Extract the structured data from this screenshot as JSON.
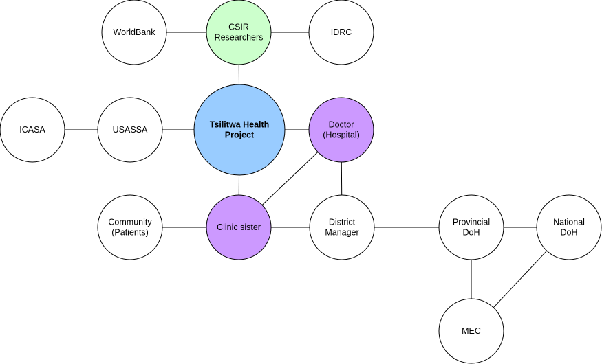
{
  "nodes": [
    {
      "id": "worldbank",
      "lines": [
        "WorldBank"
      ],
      "fill": "#ffffff",
      "bold": false
    },
    {
      "id": "csir",
      "lines": [
        "CSIR",
        "Researchers"
      ],
      "fill": "#ccffcc",
      "bold": false
    },
    {
      "id": "idrc",
      "lines": [
        "IDRC"
      ],
      "fill": "#ffffff",
      "bold": false
    },
    {
      "id": "icasa",
      "lines": [
        "ICASA"
      ],
      "fill": "#ffffff",
      "bold": false
    },
    {
      "id": "usassa",
      "lines": [
        "USASSA"
      ],
      "fill": "#ffffff",
      "bold": false
    },
    {
      "id": "tsilitwa",
      "lines": [
        "Tsilitwa Health",
        "Project"
      ],
      "fill": "#99ccff",
      "bold": true
    },
    {
      "id": "doctor",
      "lines": [
        "Doctor",
        "(Hospital)"
      ],
      "fill": "#cc99ff",
      "bold": false
    },
    {
      "id": "community",
      "lines": [
        "Community",
        "(Patients)"
      ],
      "fill": "#ffffff",
      "bold": false
    },
    {
      "id": "clinic",
      "lines": [
        "Clinic sister"
      ],
      "fill": "#cc99ff",
      "bold": false
    },
    {
      "id": "district",
      "lines": [
        "District",
        "Manager"
      ],
      "fill": "#ffffff",
      "bold": false
    },
    {
      "id": "provincial",
      "lines": [
        "Provincial",
        "DoH"
      ],
      "fill": "#ffffff",
      "bold": false
    },
    {
      "id": "national",
      "lines": [
        "National",
        "DoH"
      ],
      "fill": "#ffffff",
      "bold": false
    },
    {
      "id": "mec",
      "lines": [
        "MEC"
      ],
      "fill": "#ffffff",
      "bold": false
    }
  ],
  "edges": [
    [
      "worldbank",
      "csir"
    ],
    [
      "csir",
      "idrc"
    ],
    [
      "csir",
      "tsilitwa"
    ],
    [
      "icasa",
      "usassa"
    ],
    [
      "usassa",
      "tsilitwa"
    ],
    [
      "tsilitwa",
      "doctor"
    ],
    [
      "tsilitwa",
      "clinic"
    ],
    [
      "doctor",
      "clinic"
    ],
    [
      "doctor",
      "district"
    ],
    [
      "community",
      "clinic"
    ],
    [
      "clinic",
      "district"
    ],
    [
      "district",
      "provincial"
    ],
    [
      "provincial",
      "national"
    ],
    [
      "provincial",
      "mec"
    ],
    [
      "national",
      "mec"
    ]
  ]
}
